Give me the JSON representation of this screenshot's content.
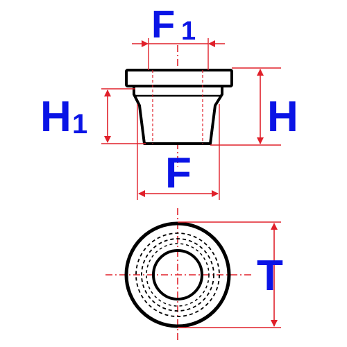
{
  "labels": {
    "f1": "F",
    "f1_sub": "1",
    "h1": "H",
    "h1_sub": "1",
    "h": "H",
    "f": "F",
    "t": "T"
  },
  "colors": {
    "label": "#0a14e6",
    "dimension": "#e0202a",
    "outline": "#000000",
    "body_fill": "#ffffff"
  }
}
